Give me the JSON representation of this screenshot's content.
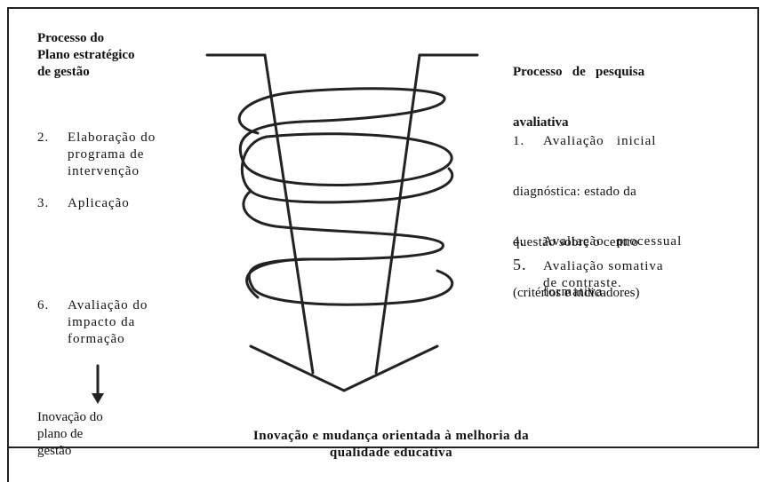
{
  "left": {
    "heading": [
      "Processo do",
      "Plano estratégico",
      "de gestão"
    ],
    "items": [
      {
        "num": "2.",
        "lines": [
          "Elaboração do",
          "programa de",
          "intervenção"
        ]
      },
      {
        "num": "3.",
        "lines": [
          "Aplicação"
        ]
      },
      {
        "num": "6.",
        "lines": [
          "Avaliação do",
          "impacto da",
          "formação"
        ]
      }
    ],
    "outcome": [
      "Inovação do",
      "plano de",
      "gestão"
    ]
  },
  "right": {
    "heading": [
      "Processo   de   pesquisa",
      "avaliativa"
    ],
    "items": [
      {
        "num": "1.",
        "lines": [
          "Avaliação   inicial",
          "diagnóstica: estado da",
          "questão sobre o centro",
          "(critérios e indicadores)"
        ]
      },
      {
        "num": "4.",
        "lines": [
          "Avaliação   processual",
          "formativa."
        ]
      },
      {
        "num": "5.",
        "lines": [
          "Avaliação somativa",
          "de contraste."
        ]
      }
    ]
  },
  "bottom": {
    "caption": [
      "Inovação e mudança orientada à melhoria da",
      "qualidade educativa"
    ]
  },
  "diagram": {
    "line_color": "#222222"
  }
}
